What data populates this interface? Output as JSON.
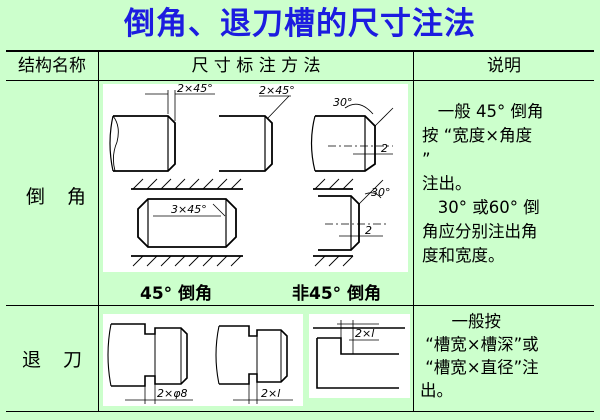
{
  "title": "倒角、退刀槽的尺寸注法",
  "headers": {
    "name": "结构名称",
    "method": "尺 寸 标 注 方 法",
    "note": "说明"
  },
  "chamfer": {
    "name": "倒 角",
    "captions": {
      "left": "45° 倒角",
      "right": "非45° 倒角"
    },
    "labels": {
      "ext1": "2×45°",
      "ext2": "2×45°",
      "ang1": "30°",
      "len1": "2",
      "bore": "3×45°",
      "ang2": "30°",
      "len2": "2"
    },
    "note": "   一般 45° 倒角\n按 “宽度×角度\n”\n注出。\n   30° 或60° 倒\n角应分别注出角\n度和宽度。"
  },
  "groove": {
    "name": "退 刀 槽",
    "labels": {
      "dia": "2×φ8",
      "dep1": "2×l",
      "dep2": "2×l"
    },
    "note": "      一般按\n “槽宽×槽深”或\n “槽宽×直径”注\n出。"
  }
}
